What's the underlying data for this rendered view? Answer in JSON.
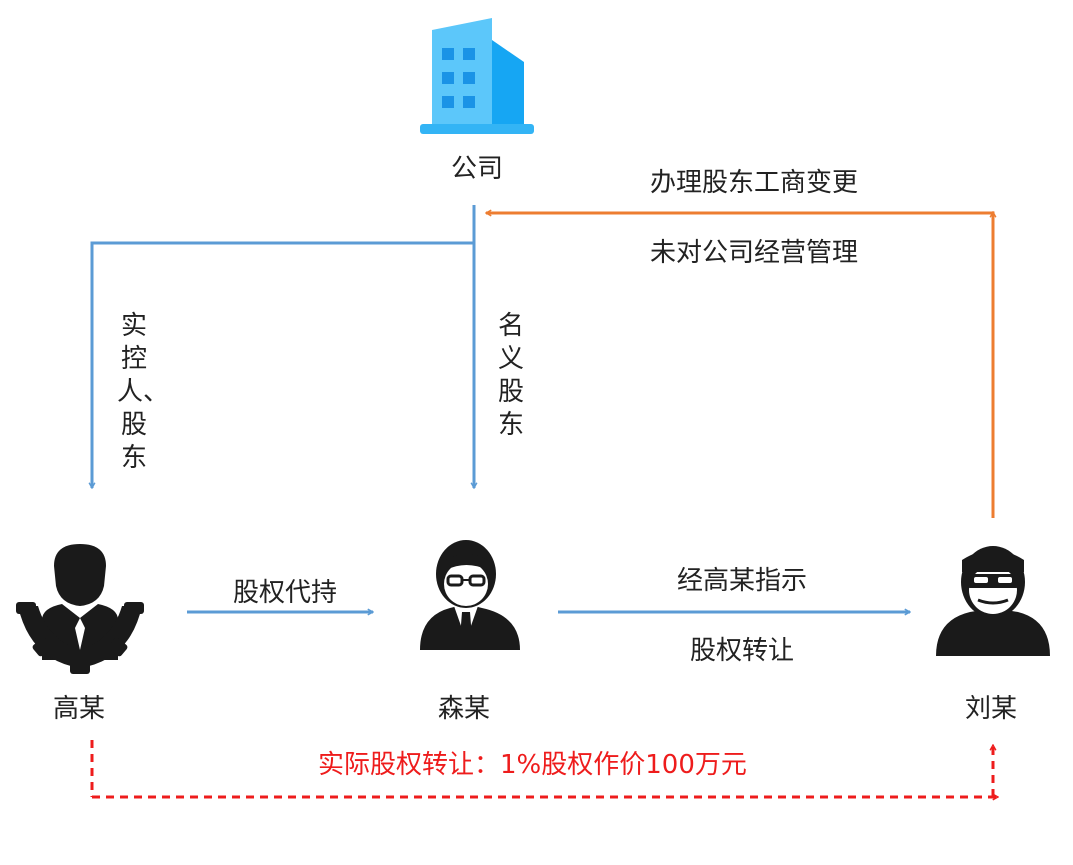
{
  "company": {
    "label": "公司",
    "icon": "office-building-icon",
    "color": "#33b4f5"
  },
  "persons": {
    "gao": {
      "label": "高某",
      "icon": "controller-person-icon"
    },
    "sen": {
      "label": "森某",
      "icon": "businessman-glasses-icon"
    },
    "liu": {
      "label": "刘某",
      "icon": "masked-person-icon"
    }
  },
  "edges": {
    "actual_controller": {
      "label": "实控人、股东",
      "color": "#5b9bd5"
    },
    "nominal_shareholder": {
      "label": "名义股东",
      "color": "#5b9bd5"
    },
    "equity_holding": {
      "label": "股权代持",
      "color": "#5b9bd5"
    },
    "transfer_instruct": {
      "label": "经高某指示",
      "color": "#5b9bd5"
    },
    "transfer": {
      "label": "股权转让",
      "color": "#5b9bd5"
    },
    "change_registration": {
      "label": "办理股东工商变更",
      "color": "#ed7d31"
    },
    "no_management": {
      "label": "未对公司经营管理",
      "color": "#ed7d31"
    },
    "actual_transfer": {
      "label": "实际股权转让：1%股权作价100万元",
      "color": "#ee1c1c"
    }
  }
}
